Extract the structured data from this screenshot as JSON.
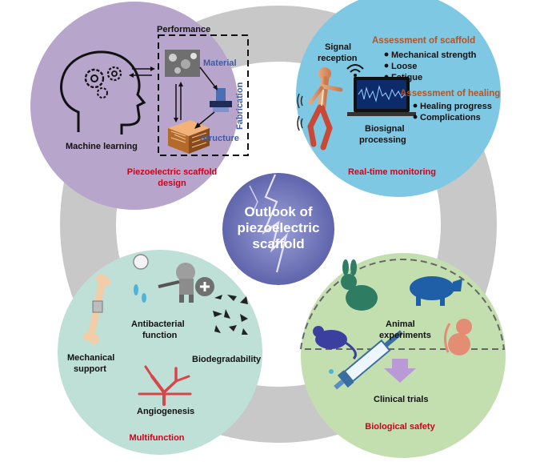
{
  "center": {
    "lines": [
      "Outlook of",
      "piezoelectric",
      "scaffold"
    ]
  },
  "design": {
    "performance": "Performance",
    "material": "Material",
    "fabrication": "Fabrication",
    "structure": "Structure",
    "machine_learning": "Machine learning",
    "title_lines": [
      "Piezoelectric scaffold",
      "design"
    ]
  },
  "monitoring": {
    "signal_reception_lines": [
      "Signal",
      "reception"
    ],
    "assessment_scaffold": "Assessment of scaffold",
    "scaffold_items": [
      "Mechanical strength",
      "Loose",
      "Fatigue"
    ],
    "assessment_healing": "Assessment of healing",
    "healing_items": [
      "Healing progress",
      "Complications"
    ],
    "biosignal_lines": [
      "Biosignal",
      "processing"
    ],
    "title": "Real-time monitoring"
  },
  "multifunction": {
    "antibacterial_lines": [
      "Antibacterial",
      "function"
    ],
    "mechanical_lines": [
      "Mechanical",
      "support"
    ],
    "biodegradability": "Biodegradability",
    "angiogenesis": "Angiogenesis",
    "title": "Multifunction"
  },
  "safety": {
    "animal_lines": [
      "Animal",
      "experiments"
    ],
    "clinical": "Clinical trials",
    "title": "Biological safety"
  },
  "colors": {
    "ring": "#c8c8c8",
    "design_bg": "#b7a5cc",
    "monitoring_bg": "#7ec8e3",
    "multifunction_bg": "#bfe0d6",
    "safety_bg": "#c3dfb0",
    "animal": "#2e7d63",
    "accent_red": "#d0021b"
  }
}
